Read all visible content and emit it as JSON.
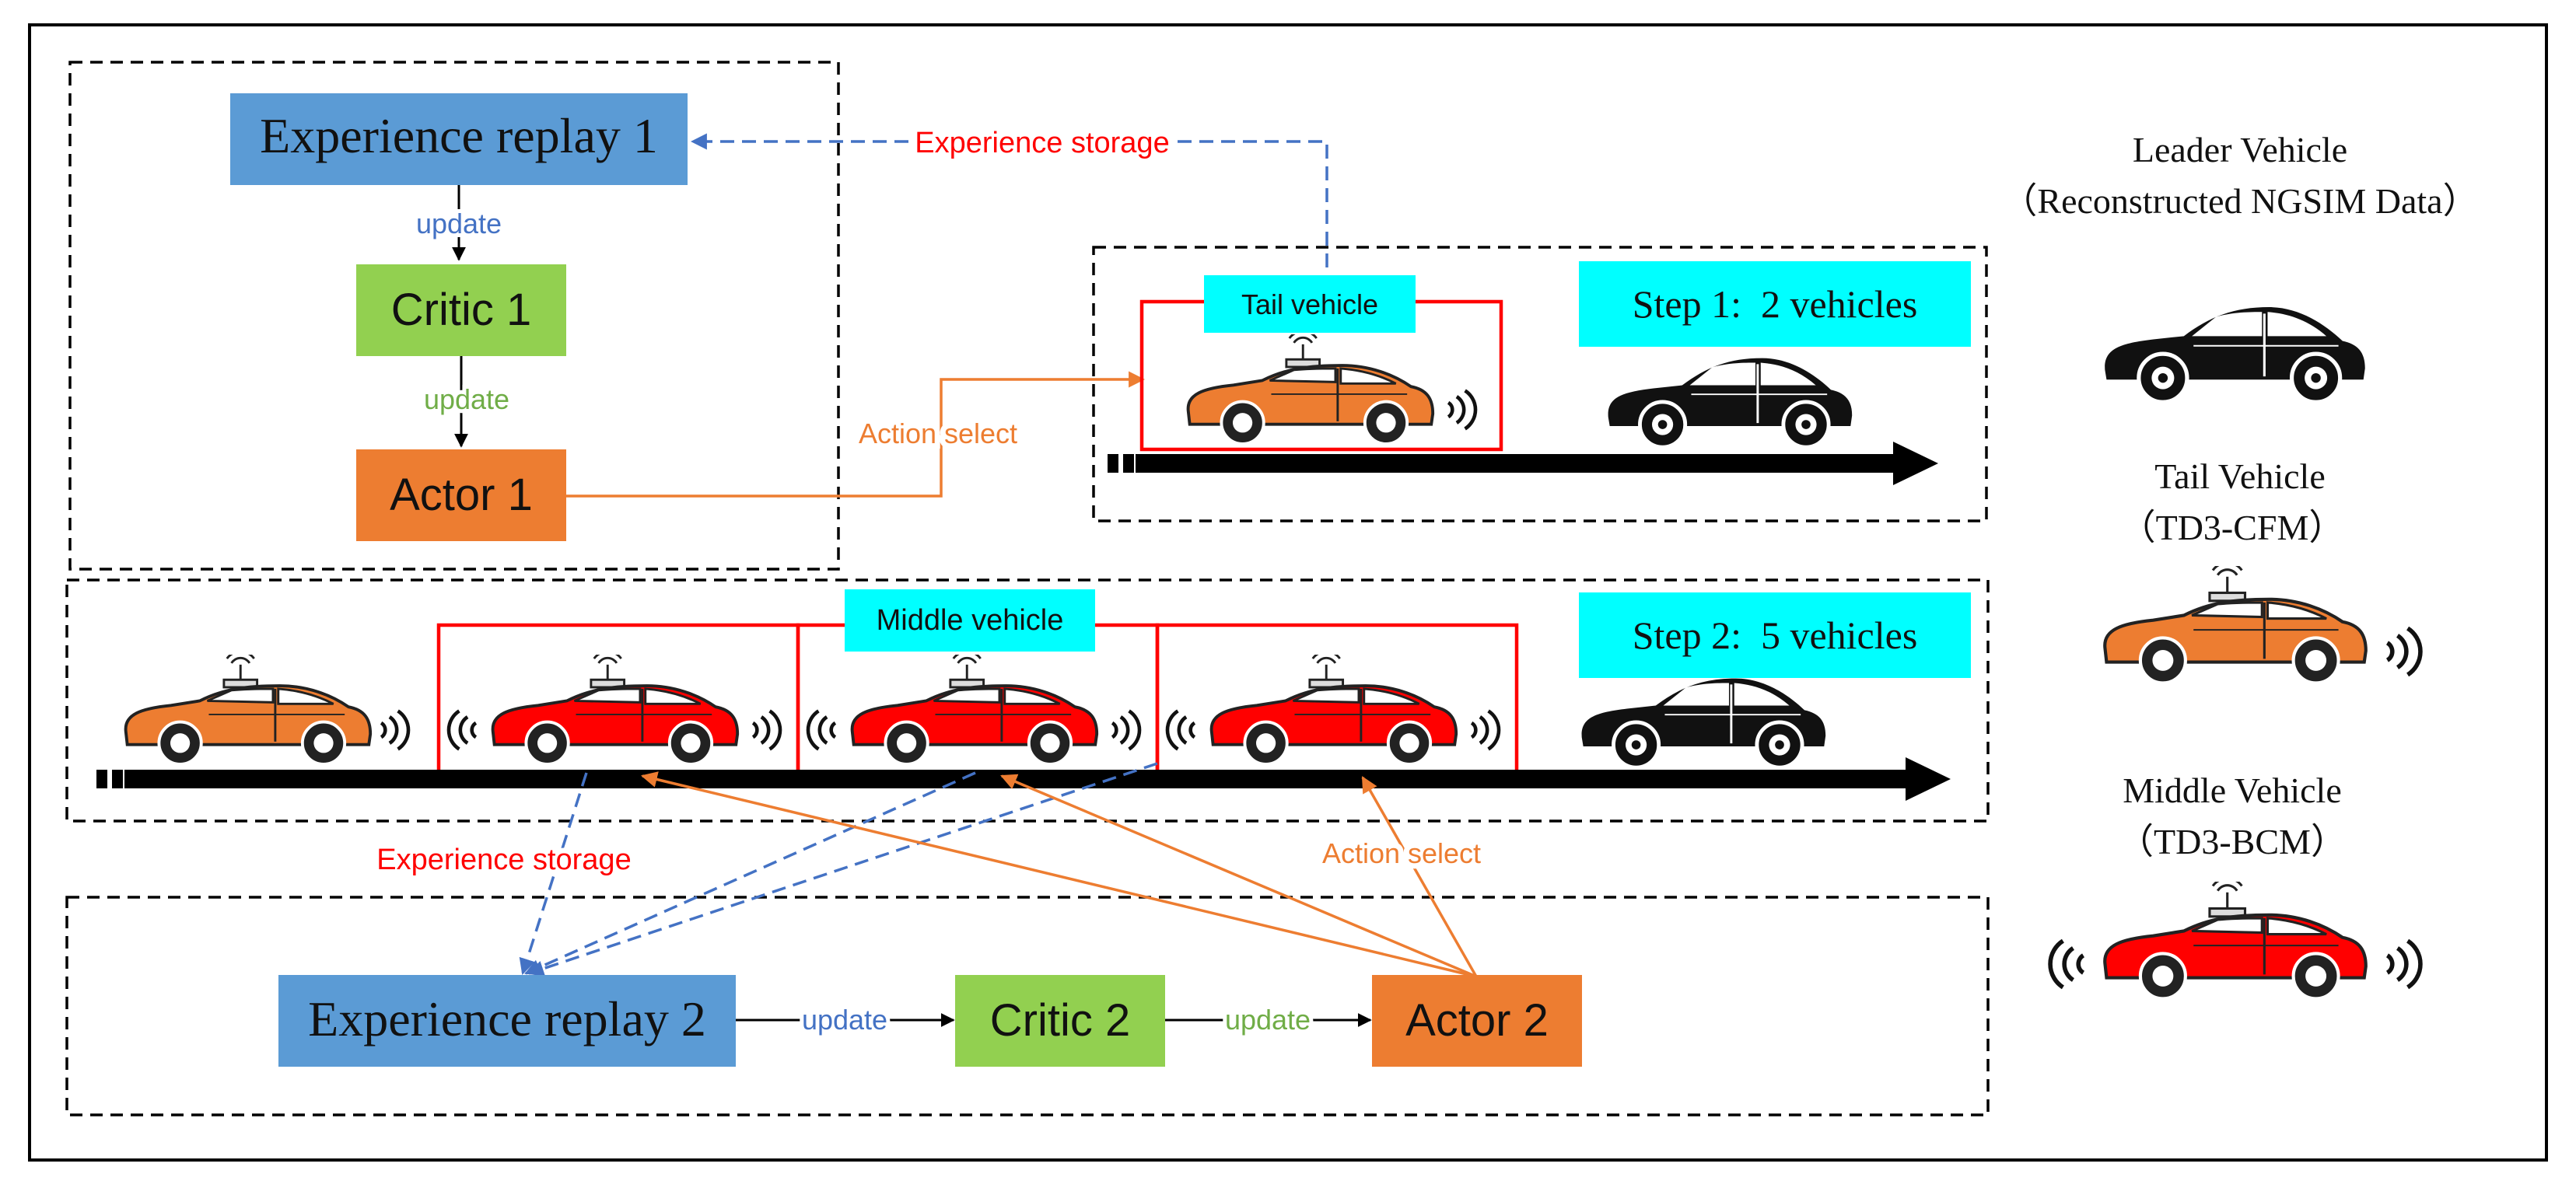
{
  "colors": {
    "replay_blue": "#5B9BD5",
    "critic_green": "#92D050",
    "actor_orange": "#ED7D31",
    "step_cyan": "#00FFFF",
    "highlight_red": "#FF0000",
    "storage_arrow_blue": "#4472C4",
    "update_text_blue": "#4472C4",
    "update_text_green": "#70AD47",
    "tail_car_orange": "#ED7D31",
    "middle_car_red": "#FF0000",
    "leader_car_black": "#111111"
  },
  "icons": {
    "leader": "sedan-car-icon",
    "tail": "taxi-car-icon",
    "middle": "taxi-car-icon",
    "signal": "wireless-signal-icon",
    "road": "road-arrow-icon"
  },
  "group1": {
    "replay": "Experience replay 1",
    "critic": "Critic 1",
    "actor": "Actor 1",
    "update_blue": "update",
    "update_green": "update"
  },
  "top_arrows": {
    "experience_storage": "Experience storage",
    "action_select": "Action select"
  },
  "step1": {
    "label": "Step 1:  2 vehicles",
    "tail_tag": "Tail vehicle"
  },
  "step2": {
    "label": "Step 2:  5 vehicles",
    "middle_tag": "Middle vehicle"
  },
  "bottom_arrows": {
    "experience_storage": "Experience storage",
    "action_select": "Action select"
  },
  "group2": {
    "replay": "Experience replay 2",
    "critic": "Critic 2",
    "actor": "Actor 2",
    "update_blue": "update",
    "update_green": "update"
  },
  "legend": {
    "leader_title": "Leader Vehicle",
    "leader_sub": "（Reconstructed NGSIM Data）",
    "tail_title": "Tail Vehicle",
    "tail_sub": "（TD3-CFM）",
    "middle_title": "Middle Vehicle",
    "middle_sub": "（TD3-BCM）"
  }
}
